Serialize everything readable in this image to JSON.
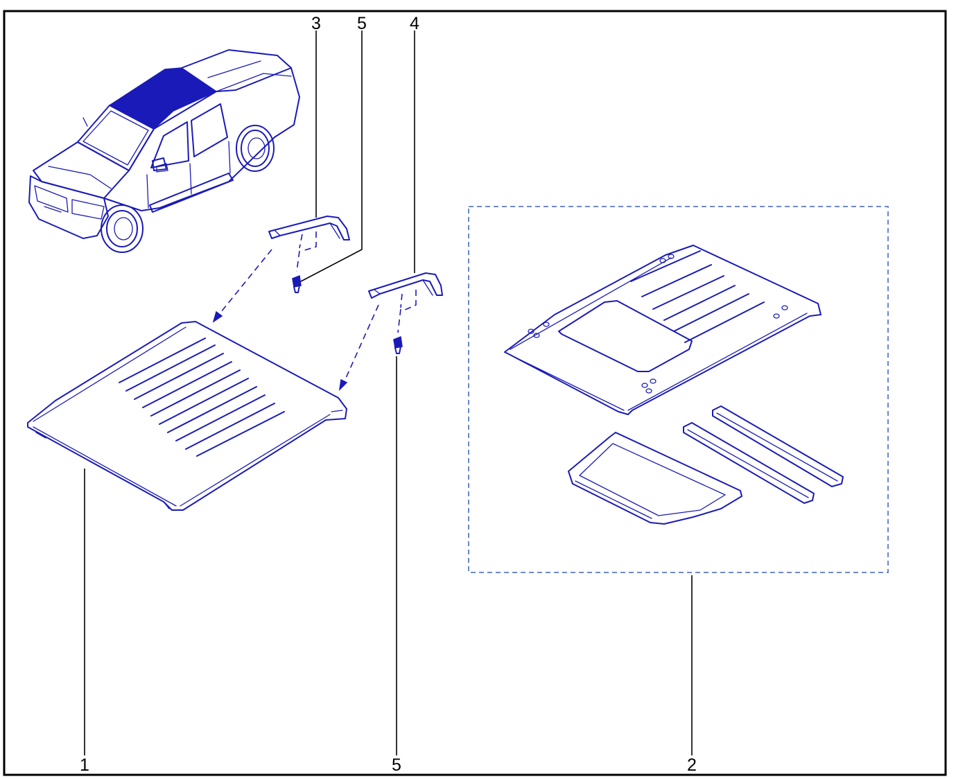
{
  "diagram": {
    "colors": {
      "line": "#1a1ab8",
      "highlight": "#1a1ab8",
      "frame": "#000000",
      "kit_box": "#5a78c8"
    },
    "labels": {
      "part1": "1",
      "part2": "2",
      "part3": "3",
      "part4": "4",
      "part5_top": "5",
      "part5_bottom": "5"
    }
  }
}
